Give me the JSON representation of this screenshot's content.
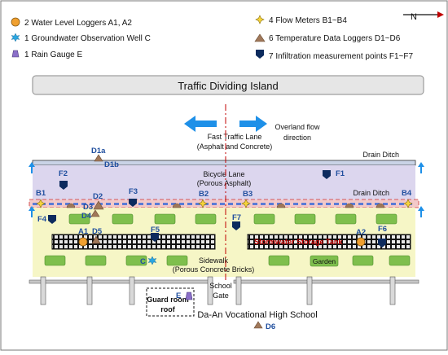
{
  "legend": {
    "water_level_loggers": "2 Water Level Loggers A1, A2",
    "groundwater_well": "1 Groundwater Observation Well C",
    "rain_gauge": "1 Rain Gauge E",
    "flow_meters": "4 Flow Meters B1~B4",
    "temperature_loggers": "6 Temperature Data Loggers D1~D6",
    "infiltration_points": "7 Infiltration measurement points F1~F7"
  },
  "compass": "N",
  "title": "Traffic Dividing Island",
  "fast_lane": {
    "line1": "Fast Traffic Lane",
    "line2": "(Asphalt and Concrete)"
  },
  "overland_flow": {
    "line1": "Overland flow",
    "line2": "direction"
  },
  "drain_ditch_top": "Drain Ditch",
  "drain_ditch_mid": "Drain Ditch",
  "bicycle_lane": {
    "line1": "Bicycle Lane",
    "line2": "(Porous Asphalt)"
  },
  "sidewalk": {
    "line1": "Sidewalk",
    "line2": "(Porous Concrete Bricks)"
  },
  "storage_tank": "Stormwater Storage Tank",
  "garden": "Garden",
  "school_gate": {
    "line1": "School",
    "line2": "Gate"
  },
  "guard_room": {
    "line1": "Guard room",
    "line2": "roof"
  },
  "school_name": "Da-An Vocational High School",
  "points": {
    "D1a": "D1a",
    "D1b": "D1b",
    "F1": "F1",
    "F2": "F2",
    "F3": "F3",
    "F4": "F4",
    "F5": "F5",
    "F6": "F6",
    "F7": "F7",
    "B1": "B1",
    "B2": "B2",
    "B3": "B3",
    "B4": "B4",
    "D2": "D2",
    "D3": "D3",
    "D4": "D4",
    "D5": "D5",
    "D6": "D6",
    "A1": "A1",
    "A2": "A2",
    "C": "C",
    "E": "E"
  },
  "colors": {
    "navy_marker": "#0d2b5e",
    "triangle_marker": "#a0785a",
    "orange_marker": "#f0a030",
    "star_marker": "#2aa6e0",
    "gravel_cell": "#e8e8e8",
    "bicycle_lane": "#dcd6ee",
    "sidewalk": "#f6f6c6",
    "drain_band": "#f2c9c9",
    "green_block": "#7fbf4d",
    "arrow_blue": "#1e90e8"
  }
}
